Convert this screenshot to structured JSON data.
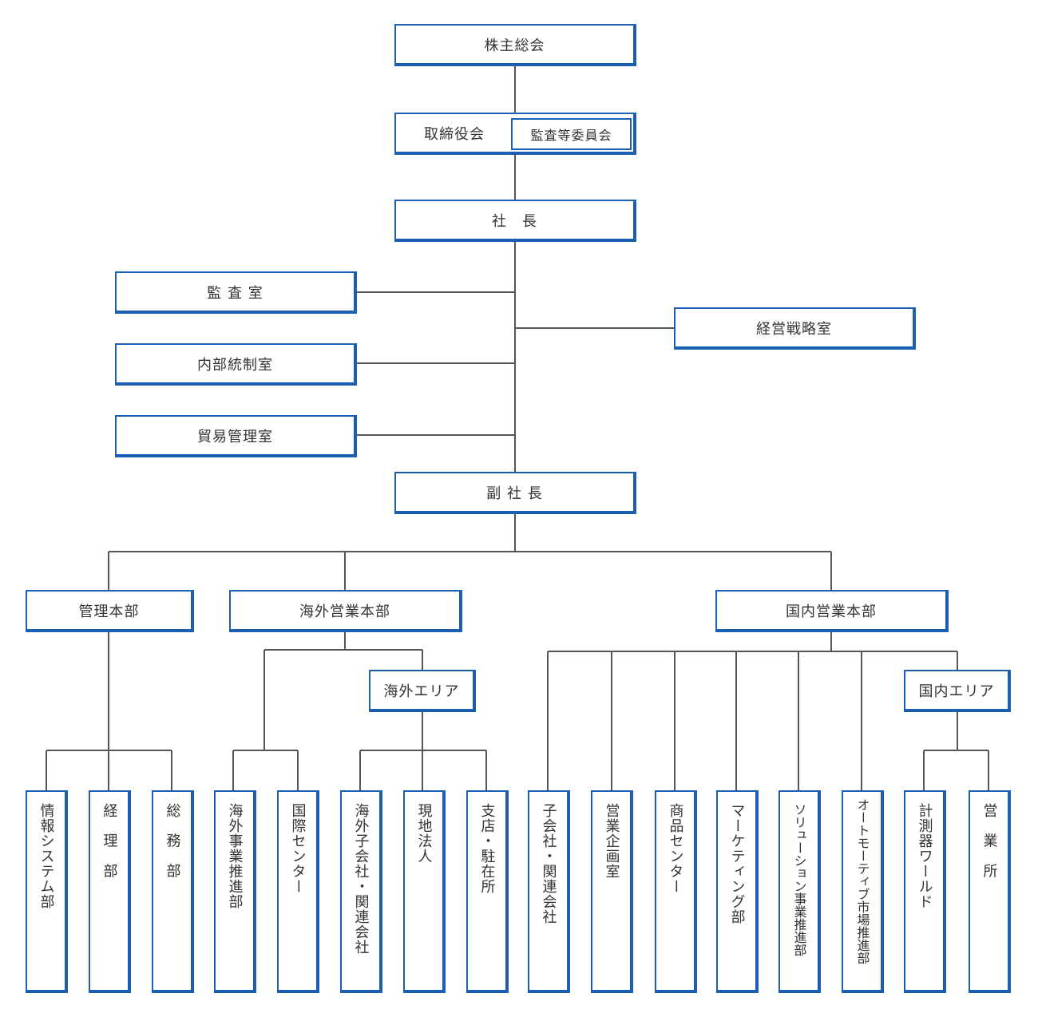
{
  "nodes": {
    "shareholders": "株主総会",
    "board": "取締役会",
    "audit_committee": "監査等委員会",
    "president": "社　長",
    "audit_office": "監 査 室",
    "internal_control": "内部統制室",
    "trade_management": "貿易管理室",
    "strategy_office": "経営戦略室",
    "vice_president": "副 社 長",
    "admin_hq": "管理本部",
    "overseas_hq": "海外営業本部",
    "domestic_hq": "国内営業本部",
    "overseas_area": "海外エリア",
    "domestic_area": "国内エリア"
  },
  "departments": {
    "info_systems": "情報システム部",
    "accounting": "経理部",
    "general_affairs": "総務部",
    "overseas_business": "海外事業推進部",
    "intl_center": "国際センター",
    "overseas_subsidiaries": "海外子会社・関連会社",
    "local_corp": "現地法人",
    "branches": "支店・駐在所",
    "subsidiaries": "子会社・関連会社",
    "sales_planning": "営業企画室",
    "product_center": "商品センター",
    "marketing": "マーケティング部",
    "solutions": "ソリューション事業推進部",
    "automotive": "オートモーティブ市場推進部",
    "measuring_world": "計測器ワールド",
    "sales_office": "営業所"
  },
  "colors": {
    "box_border": "#1a5fb4",
    "connector": "#555555"
  }
}
